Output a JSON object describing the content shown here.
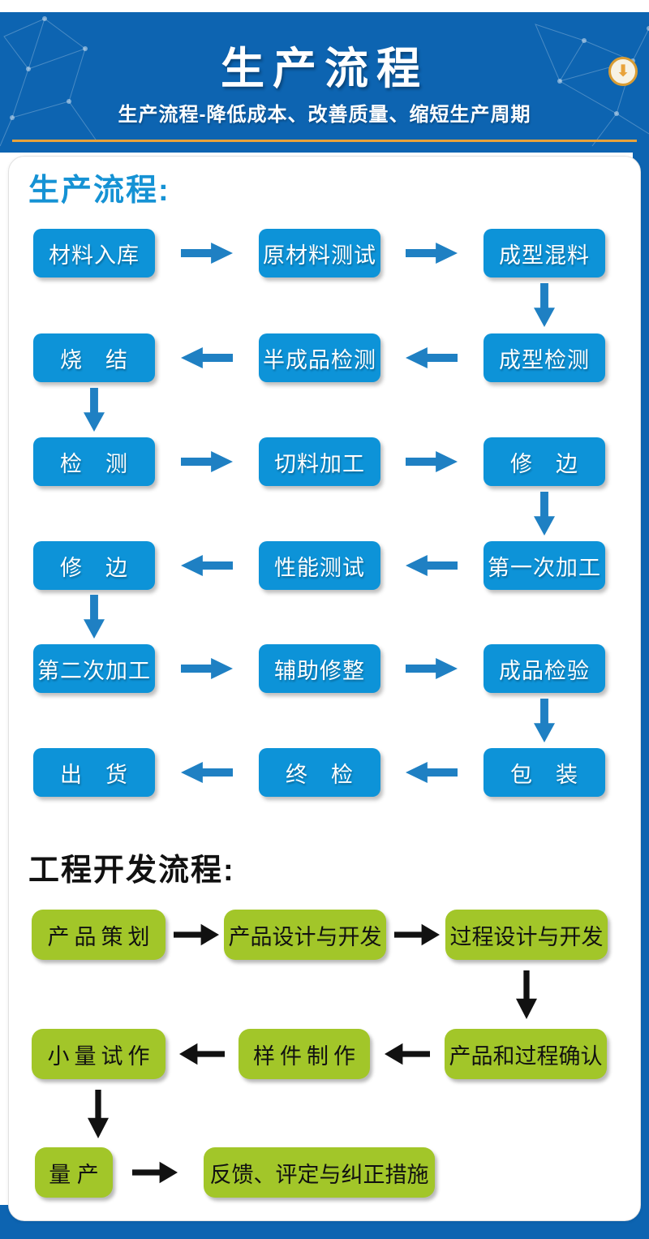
{
  "header": {
    "title": "生产流程",
    "subtitle": "生产流程-降低成本、改善质量、缩短生产周期"
  },
  "icons": {
    "scroll_down_arrow": "⬇"
  },
  "colors": {
    "header_blue": "#0d64b1",
    "accent_orange": "#e7a23b",
    "box_blue": "#0d93d8",
    "arrow_blue": "#1f80c3",
    "flow_heading_blue": "#1592d4",
    "green_box": "#a2c629",
    "arrow_black": "#111111"
  },
  "production_flow": {
    "heading": "生产流程:",
    "rows": [
      {
        "direction": "right",
        "cells": [
          "材料入库",
          "原材料测试",
          "成型混料"
        ]
      },
      {
        "direction": "left",
        "cells": [
          "烧　结",
          "半成品检测",
          "成型检测"
        ]
      },
      {
        "direction": "right",
        "cells": [
          "检　测",
          "切料加工",
          "修　边"
        ]
      },
      {
        "direction": "left",
        "cells": [
          "修　边",
          "性能测试",
          "第一次加工"
        ]
      },
      {
        "direction": "right",
        "cells": [
          "第二次加工",
          "辅助修整",
          "成品检验"
        ]
      },
      {
        "direction": "left",
        "cells": [
          "出　货",
          "终　检",
          "包　装"
        ]
      }
    ]
  },
  "engineering_flow": {
    "heading": "工程开发流程:",
    "rows": [
      {
        "direction": "right",
        "cells": [
          "产品策划",
          "产品设计与开发",
          "过程设计与开发"
        ]
      },
      {
        "direction": "left",
        "cells": [
          "小量试作",
          "样件制作",
          "产品和过程确认"
        ]
      },
      {
        "direction": "right",
        "cells": [
          "量 产",
          "反馈、评定与纠正措施"
        ]
      }
    ]
  }
}
